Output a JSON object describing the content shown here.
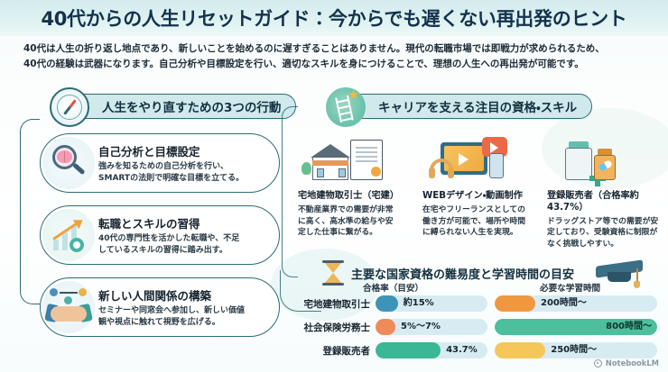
{
  "header": {
    "title": "40代からの人生リセットガイド：今からでも遅くない再出発のヒント",
    "intro_line1": "40代は人生の折り返し地点であり、新しいことを始めるのに遅すぎることはありません。現代の転職市場では即戦力が求められるため、",
    "intro_line2": "40代の経験は武器になります。自己分析や目標設定を行い、適切なスキルを身につけることで、理想の人生への再出発が可能です。"
  },
  "left_section": {
    "pill_label": "人生をやり直すための3つの行動",
    "pill_icon": "compass-icon",
    "actions": [
      {
        "icon": "magnifier-brain-icon",
        "title": "自己分析と目標設定",
        "desc_line1": "強みを知るための自己分析を行い、",
        "desc_line2": "SMARTの法則で明確な目標を立てる。"
      },
      {
        "icon": "growth-arrow-gear-icon",
        "title": "転職とスキルの習得",
        "desc_line1": "40代の専門性を活かした転職や、不足",
        "desc_line2": "しているスキルの習得に踏み出す。"
      },
      {
        "icon": "handshake-icon",
        "title": "新しい人間関係の構築",
        "desc_line1": "セミナーや同窓会へ参加し、新しい価値",
        "desc_line2": "観や視点に触れて視野を広げる。"
      }
    ]
  },
  "right_section": {
    "pill_label": "キャリアを支える注目の資格・スキル",
    "pill_icon": "ladder-star-icon",
    "qualifications": [
      {
        "icon": "house-document-icon",
        "title": "宅地建物取引士（宅建）",
        "desc_line1": "不動産業界での需要が非常",
        "desc_line2": "に高く、高水準の給与や安",
        "desc_line3": "定した仕事に繋がる。"
      },
      {
        "icon": "video-design-icon",
        "title": "WEBデザイン・動画制作",
        "desc_line1": "在宅やフリーランスとしての",
        "desc_line2": "働き方が可能で、場所や時間",
        "desc_line3": "に縛られない人生を実現。"
      },
      {
        "icon": "medicine-bottles-icon",
        "title": "登録販売者（合格率約43.7%）",
        "desc_line1": "ドラッグストア等での需要が安",
        "desc_line2": "定しており、受験資格に制限が",
        "desc_line3": "なく挑戦しやすい。"
      }
    ]
  },
  "chart_data": {
    "type": "bar",
    "title": "主要な国家資格の難易度と学習時間の目安",
    "icons": [
      "hourglass-icon",
      "graduation-cap-icon"
    ],
    "categories": [
      "宅地建物取引士",
      "社会保険労務士",
      "登録販売者"
    ],
    "series": [
      {
        "name": "合格率（目安）",
        "unit": "%",
        "values": [
          15,
          6,
          43.7
        ],
        "labels": [
          "約15%",
          "5%〜7%",
          "43.7%"
        ],
        "colors": [
          "#3f93b8",
          "#ef8a5a",
          "#3ab795"
        ],
        "max": 100
      },
      {
        "name": "必要な学習時間",
        "unit": "時間",
        "values": [
          200,
          800,
          250
        ],
        "labels": [
          "200時間〜",
          "800時間〜",
          "250時間〜"
        ],
        "colors": [
          "#f0983f",
          "#4cbf9c",
          "#f5c council"
        ],
        "max": 800
      }
    ],
    "track_color": "#d7ebf2",
    "legend_position": "top",
    "grid": false
  },
  "watermark": {
    "label": "NotebookLM",
    "icon": "notebooklm-logo-icon"
  }
}
